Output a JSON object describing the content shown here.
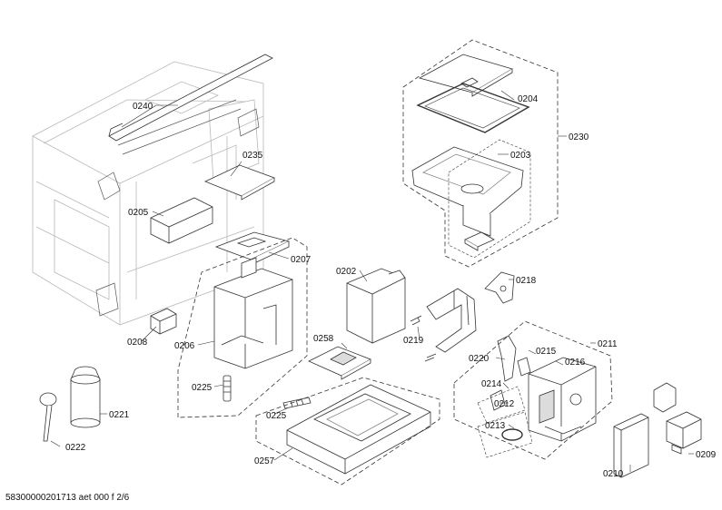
{
  "diagram": {
    "parts": [
      {
        "id": "p0240",
        "label": "0240"
      },
      {
        "id": "p0235",
        "label": "0235"
      },
      {
        "id": "p0205",
        "label": "0205"
      },
      {
        "id": "p0207",
        "label": "0207"
      },
      {
        "id": "p0206",
        "label": "0206"
      },
      {
        "id": "p0208",
        "label": "0208"
      },
      {
        "id": "p0225a",
        "label": "0225"
      },
      {
        "id": "p0221",
        "label": "0221"
      },
      {
        "id": "p0222",
        "label": "0222"
      },
      {
        "id": "p0204",
        "label": "0204"
      },
      {
        "id": "p0230",
        "label": "0230"
      },
      {
        "id": "p0203",
        "label": "0203"
      },
      {
        "id": "p0202",
        "label": "0202"
      },
      {
        "id": "p0218",
        "label": "0218"
      },
      {
        "id": "p0219",
        "label": "0219"
      },
      {
        "id": "p0258",
        "label": "0258"
      },
      {
        "id": "p0211",
        "label": "0211"
      },
      {
        "id": "p0215",
        "label": "0215"
      },
      {
        "id": "p0220",
        "label": "0220"
      },
      {
        "id": "p0216",
        "label": "0216"
      },
      {
        "id": "p0214",
        "label": "0214"
      },
      {
        "id": "p0212",
        "label": "0212"
      },
      {
        "id": "p0213",
        "label": "0213"
      },
      {
        "id": "p0225b",
        "label": "0225"
      },
      {
        "id": "p0257",
        "label": "0257"
      },
      {
        "id": "p0210",
        "label": "0210"
      },
      {
        "id": "p0209",
        "label": "0209"
      }
    ]
  },
  "footer": {
    "doc_id": "58300000201713 aet 000 f 2/6"
  },
  "colors": {
    "line": "#333333",
    "light_line": "#b8b8b8",
    "fill": "#ffffff",
    "shade": "#dcdcdc",
    "dark": "#555555"
  }
}
